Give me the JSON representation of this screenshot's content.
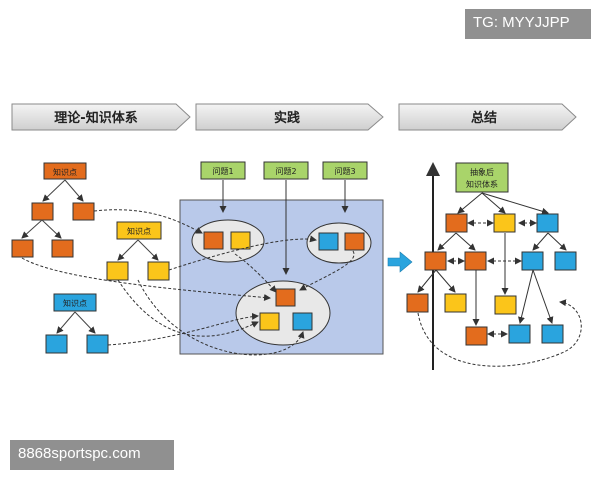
{
  "header": {
    "theory": "理论-知识体系",
    "practice": "实践",
    "summary": "总结"
  },
  "labels": {
    "knowledge": "知识点",
    "problem1": "问题1",
    "problem2": "问题2",
    "problem3": "问题3",
    "abstract_line1": "抽象后",
    "abstract_line2": "知识体系"
  },
  "colors": {
    "orange": "#e36c1d",
    "yellow": "#fbc51a",
    "blue": "#2aa4de",
    "green_label": "#a9d46a",
    "practice_bg": "#b9c9ea"
  },
  "watermarks": {
    "top": "TG: MYYJJPP",
    "bottom": "8868sportspc.com"
  }
}
